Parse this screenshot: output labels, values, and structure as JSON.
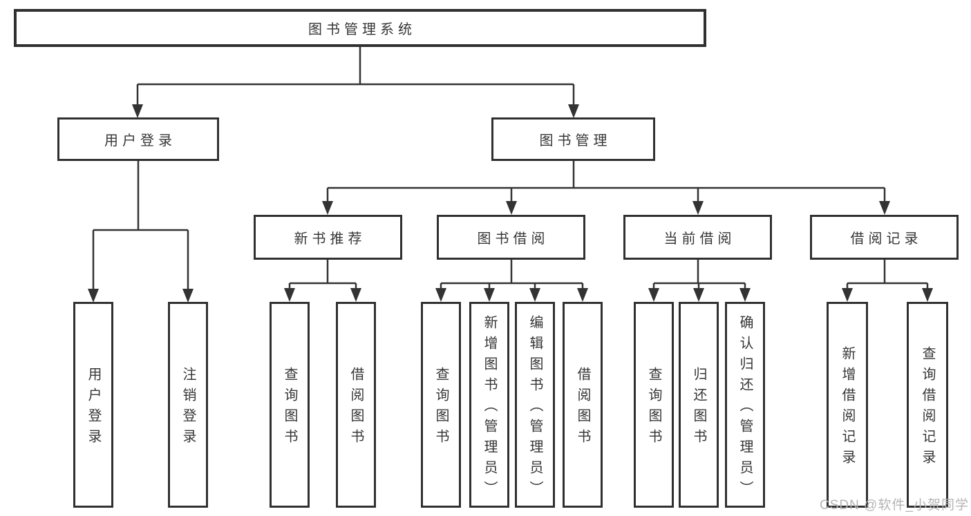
{
  "watermark": {
    "text": "CSDN @软件_小贺同学"
  },
  "colors": {
    "background": "#ffffff",
    "box_fill": "#ffffff",
    "box_border": "#303030",
    "connector_line": "#333333",
    "node_text": "#363636",
    "watermark_text": "#b4b4b4"
  },
  "tree": {
    "label": "图书管理系统",
    "children": [
      {
        "label": "用户登录",
        "children": [
          {
            "label": "用户登录"
          },
          {
            "label": "注销登录"
          }
        ]
      },
      {
        "label": "图书管理",
        "children": [
          {
            "label": "新书推荐",
            "children": [
              {
                "label": "查询图书"
              },
              {
                "label": "借阅图书"
              }
            ]
          },
          {
            "label": "图书借阅",
            "children": [
              {
                "label": "查询图书"
              },
              {
                "label": "新增图书（管理员）"
              },
              {
                "label": "编辑图书（管理员）"
              },
              {
                "label": "借阅图书"
              }
            ]
          },
          {
            "label": "当前借阅",
            "children": [
              {
                "label": "查询图书"
              },
              {
                "label": "归还图书"
              },
              {
                "label": "确认归还（管理员）"
              }
            ]
          },
          {
            "label": "借阅记录",
            "children": [
              {
                "label": "新增借阅记录"
              },
              {
                "label": "查询借阅记录"
              }
            ]
          }
        ]
      }
    ]
  }
}
